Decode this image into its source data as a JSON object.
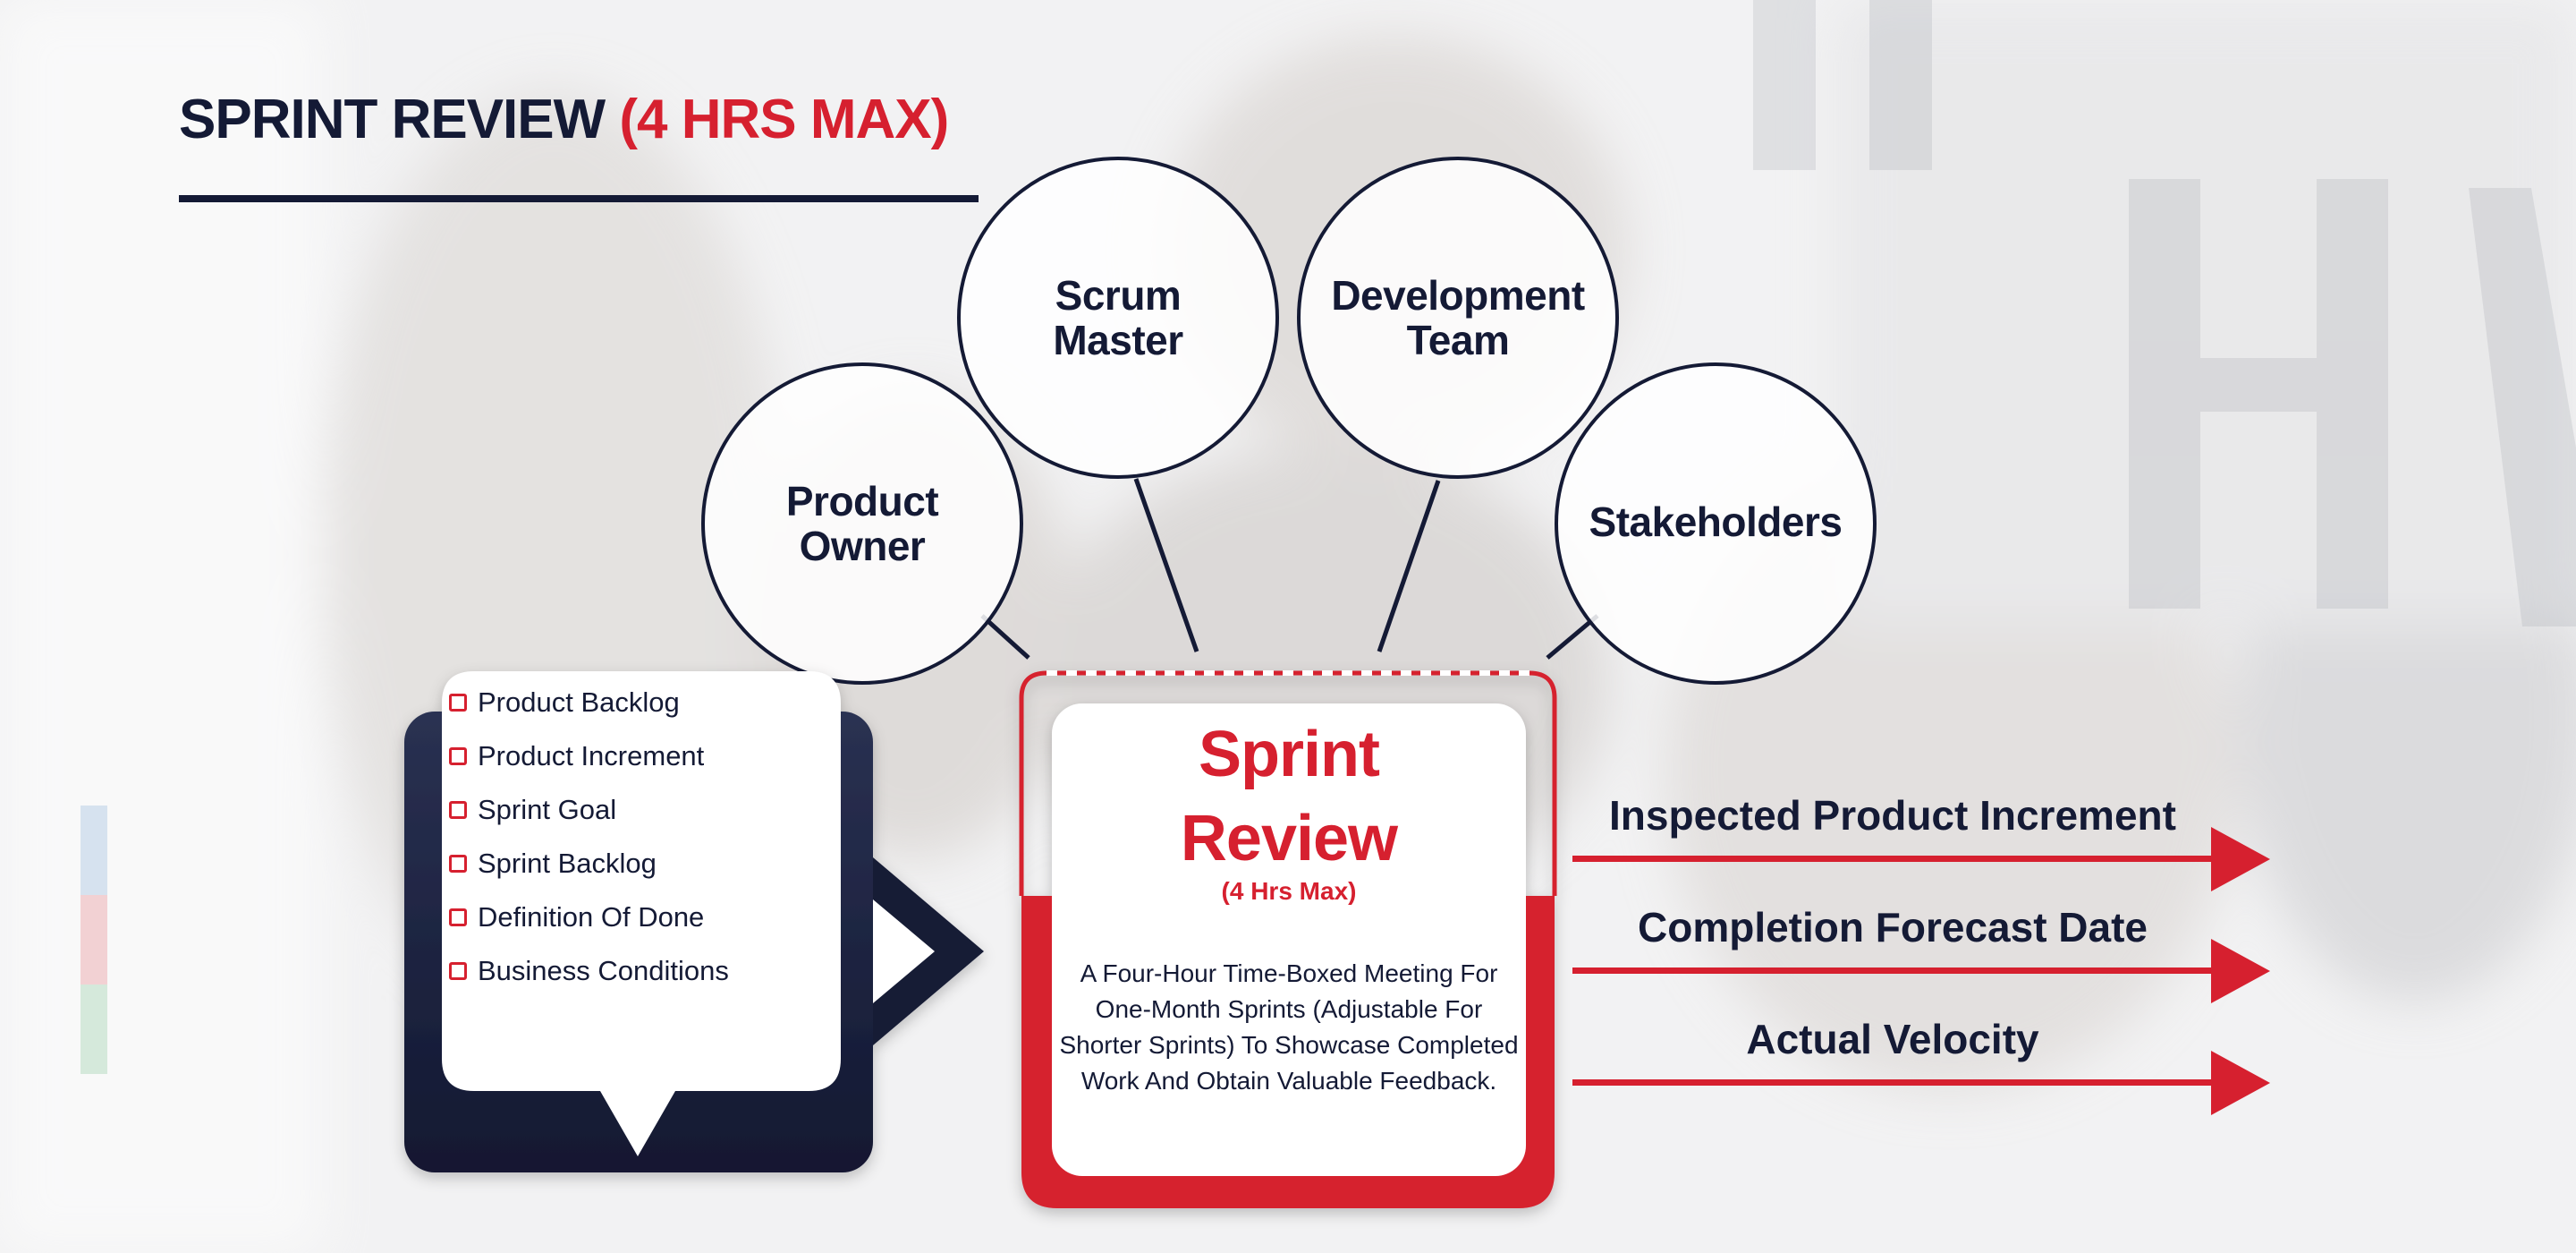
{
  "header": {
    "title": "SPRINT REVIEW",
    "title_accent": "(4 HRS MAX)"
  },
  "participants": [
    {
      "line1": "Product",
      "line2": "Owner"
    },
    {
      "line1": "Scrum",
      "line2": "Master"
    },
    {
      "line1": "Development",
      "line2": "Team"
    },
    {
      "line1": "Stakeholders",
      "line2": ""
    }
  ],
  "inputs": [
    "Product Backlog",
    "Product Increment",
    "Sprint Goal",
    "Sprint Backlog",
    "Definition Of Done",
    "Business Conditions"
  ],
  "sprint_review": {
    "title_line1": "Sprint",
    "title_line2": "Review",
    "subtitle": "(4 Hrs Max)",
    "description": "A Four-Hour Time-Boxed Meeting For One-Month Sprints (Adjustable For Shorter Sprints) To Showcase Completed Work And Obtain Valuable Feedback."
  },
  "outputs": [
    "Inspected Product Increment",
    "Completion Forecast Date",
    "Actual Velocity"
  ],
  "colors": {
    "navy": "#141a35",
    "red": "#d6202f",
    "white": "#ffffff"
  }
}
